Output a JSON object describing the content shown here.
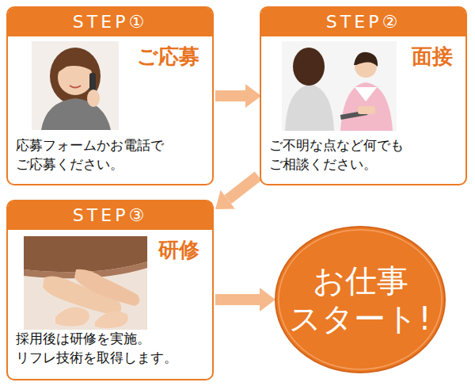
{
  "diagram": {
    "nodes": [
      {
        "text": [
          "STEP①",
          "ご応募",
          "応募フォームかお電話で ご応募ください。"
        ]
      },
      {
        "text": [
          "STEP②",
          "面接",
          "ご不明な点など何でも ご相談ください。"
        ]
      },
      {
        "text": [
          "STEP③",
          "研修",
          "採用後は研修を実施。 リフレ技術を取得します。"
        ]
      },
      {
        "text": [
          "お仕事 スタート!"
        ]
      }
    ],
    "edges": [
      {
        "from": 0,
        "to": 1,
        "arrow": "to"
      },
      {
        "from": 1,
        "to": 2,
        "arrow": "to"
      },
      {
        "from": 2,
        "to": 3,
        "arrow": "to"
      }
    ]
  }
}
